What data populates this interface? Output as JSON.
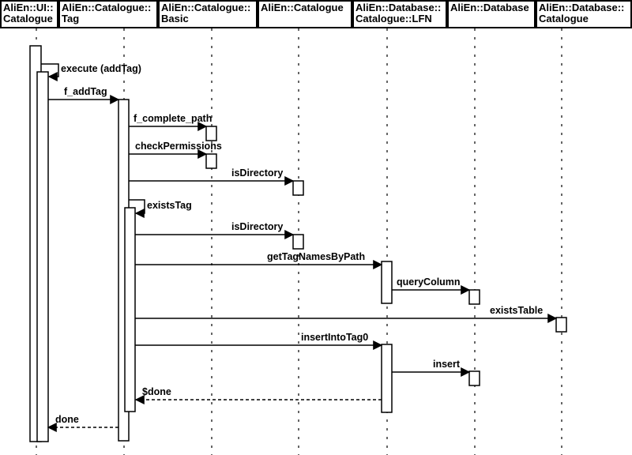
{
  "participants": [
    {
      "id": "ui_catalogue",
      "lines": [
        "AliEn::UI::",
        "Catalogue"
      ]
    },
    {
      "id": "catalogue_tag",
      "lines": [
        "AliEn::Catalogue::",
        "Tag"
      ]
    },
    {
      "id": "catalogue_basic",
      "lines": [
        "AliEn::Catalogue::",
        "Basic"
      ]
    },
    {
      "id": "catalogue",
      "lines": [
        "AliEn::Catalogue"
      ]
    },
    {
      "id": "db_lfn",
      "lines": [
        "AliEn::Database::",
        "Catalogue::LFN"
      ]
    },
    {
      "id": "database",
      "lines": [
        "AliEn::Database"
      ]
    },
    {
      "id": "db_catalogue",
      "lines": [
        "AliEn::Database::",
        "Catalogue"
      ]
    }
  ],
  "messages": [
    {
      "id": "execute",
      "label": "execute (addTag)",
      "from": "ui_catalogue",
      "to": "ui_catalogue",
      "kind": "self"
    },
    {
      "id": "f_addtag",
      "label": "f_addTag",
      "from": "ui_catalogue",
      "to": "catalogue_tag",
      "kind": "call"
    },
    {
      "id": "f_complete_path",
      "label": "f_complete_path",
      "from": "catalogue_tag",
      "to": "catalogue_basic",
      "kind": "call"
    },
    {
      "id": "check_permissions",
      "label": "checkPermissions",
      "from": "catalogue_tag",
      "to": "catalogue_basic",
      "kind": "call"
    },
    {
      "id": "is_directory_1",
      "label": "isDirectory",
      "from": "catalogue_tag",
      "to": "catalogue",
      "kind": "call"
    },
    {
      "id": "exists_tag",
      "label": "existsTag",
      "from": "catalogue_tag",
      "to": "catalogue_tag",
      "kind": "self"
    },
    {
      "id": "is_directory_2",
      "label": "isDirectory",
      "from": "catalogue_tag",
      "to": "catalogue",
      "kind": "call"
    },
    {
      "id": "get_tag_names",
      "label": "getTagNamesByPath",
      "from": "catalogue_tag",
      "to": "db_lfn",
      "kind": "call"
    },
    {
      "id": "query_column",
      "label": "queryColumn",
      "from": "db_lfn",
      "to": "database",
      "kind": "call"
    },
    {
      "id": "exists_table",
      "label": "existsTable",
      "from": "catalogue_tag",
      "to": "db_catalogue",
      "kind": "call"
    },
    {
      "id": "insert_into_tag0",
      "label": "insertIntoTag0",
      "from": "catalogue_tag",
      "to": "db_lfn",
      "kind": "call"
    },
    {
      "id": "insert",
      "label": "insert",
      "from": "db_lfn",
      "to": "database",
      "kind": "call"
    },
    {
      "id": "done_return",
      "label": "$done",
      "from": "db_lfn",
      "to": "catalogue_tag",
      "kind": "return"
    },
    {
      "id": "done_final",
      "label": "done",
      "from": "catalogue_tag",
      "to": "ui_catalogue",
      "kind": "return"
    }
  ]
}
